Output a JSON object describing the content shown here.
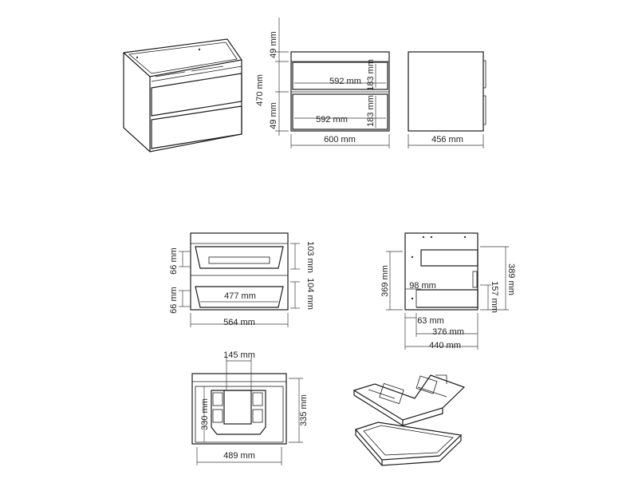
{
  "views": {
    "front": {
      "top_gap": "49 mm",
      "height": "470 mm",
      "bottom_gap": "49 mm",
      "drawer_width_top": "592 mm",
      "drawer_width_bottom": "592 mm",
      "drawer_height_top": "183 mm",
      "drawer_height_bottom": "183 mm",
      "overall_width": "600 mm"
    },
    "side": {
      "depth": "456 mm"
    },
    "inner_front": {
      "left_upper": "66 mm",
      "left_lower": "66 mm",
      "right_upper": "103 mm",
      "right_lower": "104 mm",
      "drawer_inner_width": "477 mm",
      "inner_width": "564 mm"
    },
    "inner_side": {
      "left_height": "369 mm",
      "right_height": "389 mm",
      "inner_offset": "98 mm",
      "drawer_height": "157 mm",
      "bottom_offset": "63 mm",
      "drawer_depth": "376 mm",
      "overall_depth": "440 mm"
    },
    "top": {
      "cutout_width": "145 mm",
      "inner_depth": "330 mm",
      "outer_depth": "335 mm",
      "drawer_width": "489 mm"
    }
  }
}
